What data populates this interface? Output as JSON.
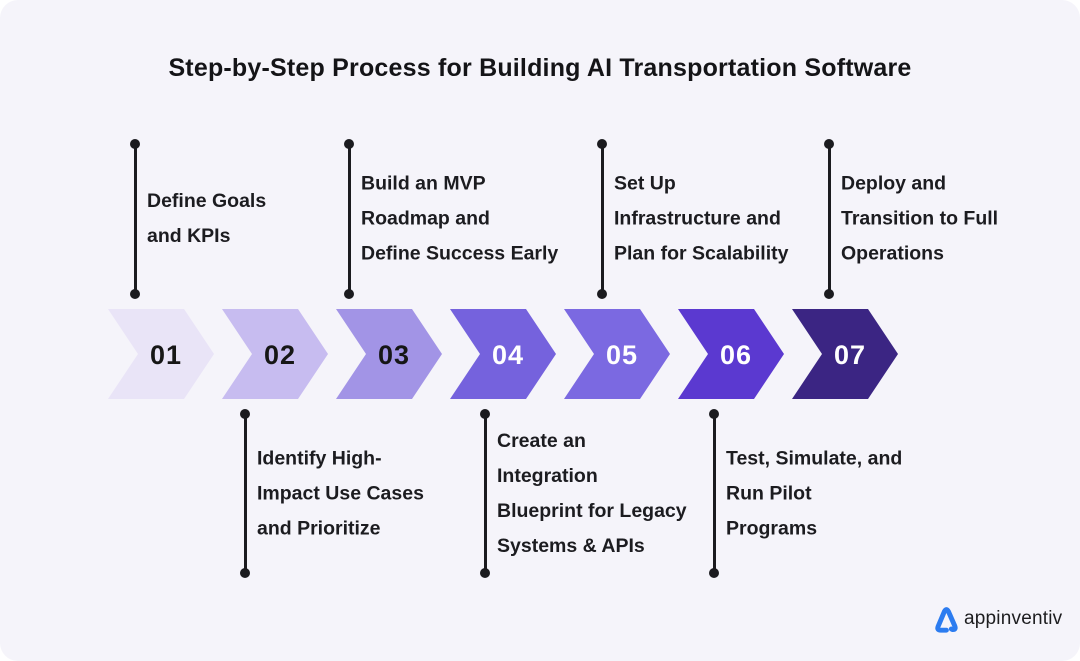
{
  "title": "Step-by-Step Process for Building AI Transportation Software",
  "steps": [
    {
      "number": "01",
      "position": "above",
      "color": "#e9e4f7",
      "number_color": "#161616",
      "label": [
        "Define Goals",
        "and KPIs"
      ]
    },
    {
      "number": "02",
      "position": "below",
      "color": "#c7bcf0",
      "number_color": "#161616",
      "label": [
        "Identify High-",
        "Impact Use Cases",
        "and Prioritize"
      ]
    },
    {
      "number": "03",
      "position": "above",
      "color": "#a294e6",
      "number_color": "#161616",
      "label": [
        "Build an MVP",
        "Roadmap and",
        "Define Success Early"
      ]
    },
    {
      "number": "04",
      "position": "below",
      "color": "#7562dd",
      "number_color": "#ffffff",
      "label": [
        "Create an",
        "Integration",
        "Blueprint for Legacy",
        "Systems & APIs"
      ]
    },
    {
      "number": "05",
      "position": "above",
      "color": "#7b69e1",
      "number_color": "#ffffff",
      "label": [
        "Set Up",
        "Infrastructure and",
        "Plan for Scalability"
      ]
    },
    {
      "number": "06",
      "position": "below",
      "color": "#5b39d0",
      "number_color": "#ffffff",
      "label": [
        "Test, Simulate, and",
        "Run Pilot",
        "Programs"
      ]
    },
    {
      "number": "07",
      "position": "above",
      "color": "#3b2583",
      "number_color": "#ffffff",
      "label": [
        "Deploy and",
        "Transition to Full",
        "Operations"
      ]
    }
  ],
  "logo": {
    "brand": "appinventiv",
    "icon_color": "#2c7cf0"
  },
  "colors": {
    "background": "#f5f4fa",
    "text": "#1c1c20",
    "connector": "#1b1b1f"
  }
}
